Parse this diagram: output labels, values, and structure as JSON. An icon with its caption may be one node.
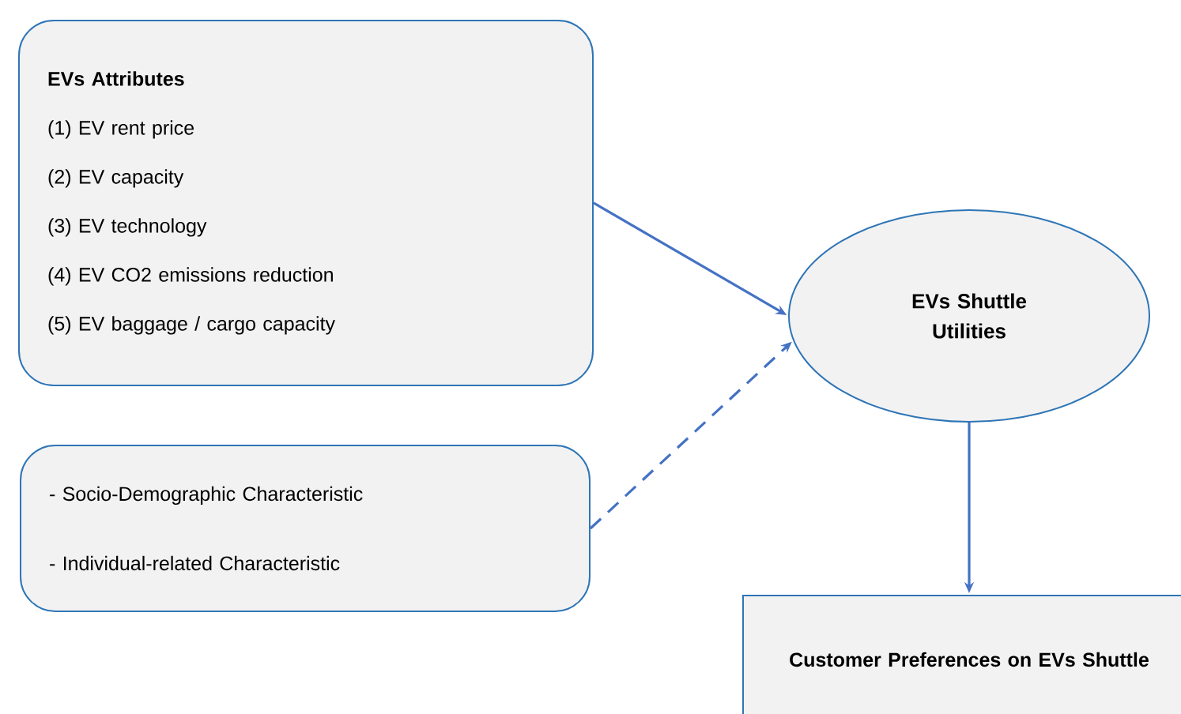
{
  "diagram": {
    "nodes": [
      {
        "text": [
          "EVs Attributes",
          "(1) EV rent price",
          "(2) EV capacity",
          "(3) EV technology",
          "(4) EV CO2 emissions reduction",
          "(5) EV baggage / cargo capacity"
        ]
      },
      {
        "text": [
          "EVs Shuttle Utilities"
        ]
      },
      {
        "text": [
          "- Socio-Demographic Characteristic",
          "- Individual-related Characteristic"
        ]
      },
      {
        "text": [
          "Customer Preferences on EVs Shuttle"
        ]
      }
    ],
    "edges": [
      {
        "from": 0,
        "to": 1,
        "arrow": "to"
      },
      {
        "from": 2,
        "to": 1,
        "arrow": "to",
        "style": "dashed"
      },
      {
        "from": 1,
        "to": 3,
        "arrow": "to"
      }
    ]
  }
}
